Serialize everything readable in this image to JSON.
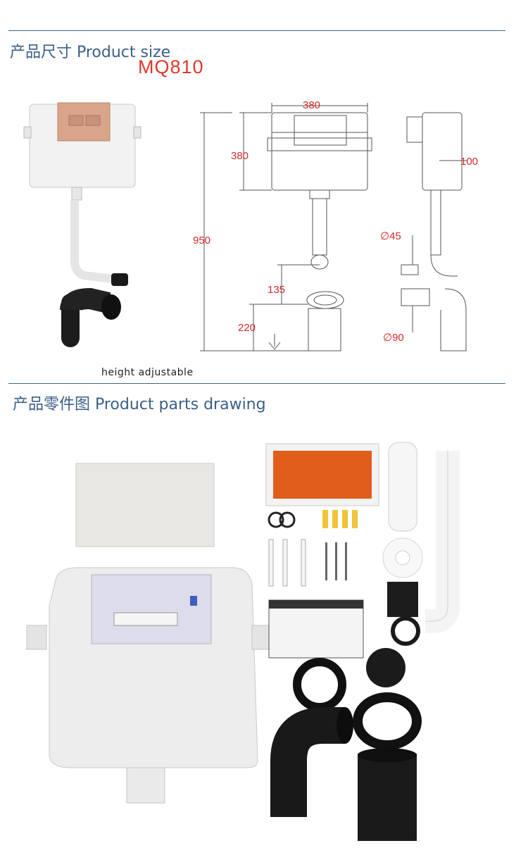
{
  "section1": {
    "title": "产品尺寸 Product size",
    "model": "MQ810",
    "caption": "height adjustable",
    "dimensions": {
      "width_top": "380",
      "tank_height": "380",
      "total_height": "950",
      "depth": "100",
      "pipe_dia_small": "∅45",
      "offset_135": "135",
      "height_220": "220",
      "pipe_dia_large": "∅90"
    }
  },
  "section2": {
    "title": "产品零件图 Product parts drawing"
  },
  "colors": {
    "heading": "#3b5f88",
    "model": "#e0392c",
    "dimension": "#d12a2a",
    "rule": "#3d6a8a"
  }
}
